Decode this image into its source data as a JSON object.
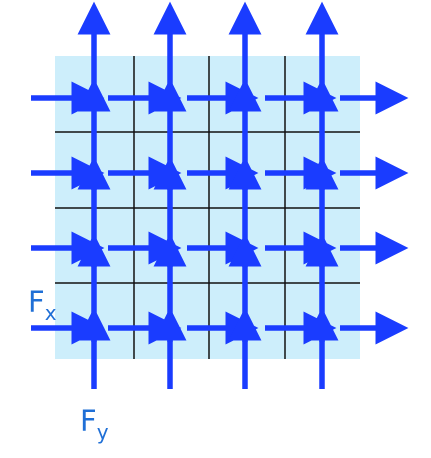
{
  "diagram": {
    "labels": {
      "fx_main": "F",
      "fx_sub": "x",
      "fy_main": "F",
      "fy_sub": "y"
    },
    "grid": {
      "rows": 4,
      "cols": 4
    },
    "arrows": {
      "horizontal_per_row": 5,
      "vertical_per_col": 5
    },
    "colors": {
      "region_fill": "#cdeefb",
      "grid_line": "#111111",
      "arrow": "#1a3cff",
      "label": "#1f6fd6"
    }
  }
}
